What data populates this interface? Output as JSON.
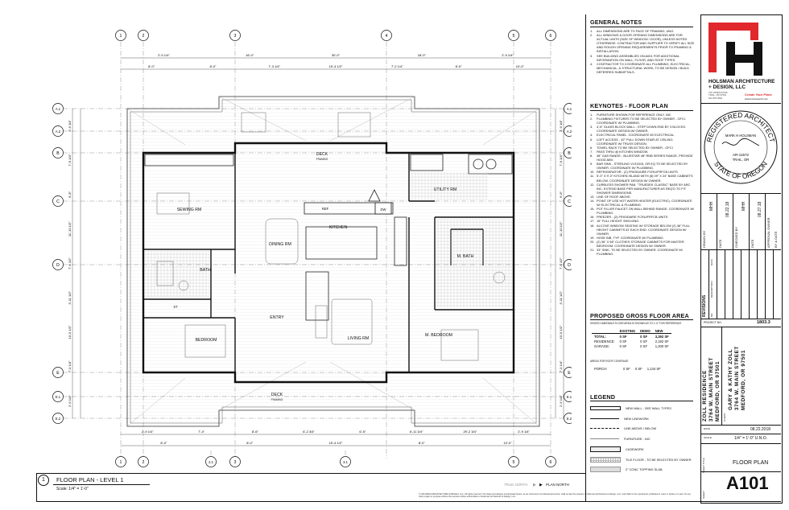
{
  "sheet": {
    "plan_title": "FLOOR PLAN - LEVEL 1",
    "plan_scale": "Scale: 1/4\" = 1'-0\"",
    "view_number": "1",
    "true_north": "TRUE NORTH",
    "plan_north": "PLAN NORTH",
    "copyright": "© HOLSMAN ARCHITECTURE & DESIGN, LLC. All rights reserved. The ideas and designs incorporated herein, as an instrument of professional service, shall remain the property of Holsman Architecture & Design, LLC. and shall not be reproduced, published or used, in whole or in part, for any other project or purpose without the express written authorization of Holsman Architecture & Design, LLC."
  },
  "general_notes": {
    "title": "GENERAL NOTES",
    "items": [
      {
        "n": "1.",
        "text": "ALL DIMENSIONS ARE TO FACE OF FRAMING, UNO."
      },
      {
        "n": "2.",
        "text": "ALL WINDOWS & DOOR OPENING DIMENSIONS ARE FOR ACTUAL UNITS (SIZE OF WINDOW / DOOR), UNLESS NOTED OTHERWISE. CONTRACTOR AND SUPPLIER TO VERIFY ALL SIZE AND ROUGH OPENING REQUIREMENTS PRIOR TO FRAMING & INSTALLATION."
      },
      {
        "n": "3.",
        "text": "SEE BUILDING ASSEMBLIES ON A001 FOR ADDITIONAL INFORMATION ON WALL, FLOOR, AND ROOF TYPES."
      },
      {
        "n": "4.",
        "text": "CONTRACTOR TO COORDINATE ALL PLUMBING, ELECTRICAL, MECHANICAL, & STRUCTURAL WORK, TO BE DESIGN / BUILD DEFERRED SUBMITTALS."
      }
    ]
  },
  "keynotes": {
    "title": "KEYNOTES - FLOOR PLAN",
    "items": [
      {
        "n": "1.",
        "text": "FURNITURE SHOWN FOR REFERENCE ONLY. NIC"
      },
      {
        "n": "2.",
        "text": "PLUMBING FIXTURES TO BE SELECTED BY OWNER - OFCI. COORDINATE W/ PLUMBING."
      },
      {
        "n": "3.",
        "text": "4'-6\" GLASS BLOCK WALL - STEP DOWN END BY 3 BLOCKS. COORDINATE DESIGN W/ OWNER."
      },
      {
        "n": "4.",
        "text": "ELECTRICAL PANEL. COORDINATE W/ ELECTRICAL."
      },
      {
        "n": "5.",
        "text": "LOFT ACCESS - 42\" PULL DOWN STAIR AT CEILING. COORDINATE W/ TRUSS DESIGN."
      },
      {
        "n": "6.",
        "text": "TOWEL RACK TO BE SELECTED BY OWNER - OFCI"
      },
      {
        "n": "7.",
        "text": "PASS THRU @ KITCHEN WINDOW."
      },
      {
        "n": "8.",
        "text": "48\" GAS RANGE - BLUESTAR 48\" RNB SERIES RANGE, PROVIDE HOOD ABV."
      },
      {
        "n": "9.",
        "text": "BAR SINK - STERLING VLS1515, OR EQ TO BE SELECTED BY OWNER. COORDINATE W/ PLUMBING."
      },
      {
        "n": "10.",
        "text": "REFRIGERATOR - (2) FRIGIDAIRE FCRU/FRFCB UNITS"
      },
      {
        "n": "11.",
        "text": "5'-0\" X 9'-0\" KITCHEN ISLAND WITH (8) 09\" X 24\" BASE CABINETS BELOW. COORDINATE DESIGN W/ OWNER."
      },
      {
        "n": "12.",
        "text": "CURBLESS SHOWER PAN. \"TRUEDEK CLASSIC\" BASE BY ARC INC. EXTEND BASE PER MANUFACTURER AS REQ'D TO FIT SHOWER DIMENSIONS."
      },
      {
        "n": "13.",
        "text": "LINE OF ROOF ABOVE"
      },
      {
        "n": "14.",
        "text": "POINT OF USE HOT WATER HEATER (ELECTRIC). COORDINATE W/ ELECTRICAL & PLUMBING."
      },
      {
        "n": "15.",
        "text": "POT FILLER FAUCET ON WALL BEHIND RANGE. COORDINATE W/ PLUMBING."
      },
      {
        "n": "16.",
        "text": "FREEZER - (2) FRIGIDAIRE FCRU/FRFCB UNITS"
      },
      {
        "n": "17.",
        "text": "15\" FULL HEIGHT SHELVING."
      },
      {
        "n": "18.",
        "text": "ALCOVE WINDOW SEATING W/ STORAGE BELOW (2) 36\" FULL HEIGHT CABINETS AT EACH END. COORDINATE DESIGN W/ OWNER."
      },
      {
        "n": "19.",
        "text": "HOSE BIB, TYP. COORDINATE W/ PLUMBING."
      },
      {
        "n": "20.",
        "text": "(2) 36\" X 58\" CLOTHES STORAGE CABINETS FOR MASTER BEDROOM. COORDINATE DESIGN W/ OWNER."
      },
      {
        "n": "21.",
        "text": "33\" SINK, TO BE SELECTED BY OWNER. COORDINATE W/ PLUMBING."
      }
    ]
  },
  "gross_floor_area": {
    "title": "PROPOSED GROSS FLOOR AREA",
    "subtitle": "GROSS HABITABLE FLOOR AREA IS SHOWN AS TO 1'-0\" FOR REFERENCE",
    "columns": [
      "",
      "EXISTING",
      "DEMO",
      "NEW"
    ],
    "rows": [
      {
        "label": "TOTAL:",
        "existing": "0 SF",
        "demo": "0 SF",
        "new": "3,392 SF"
      },
      {
        "label": "RESIDENCE:",
        "existing": "0 SF",
        "demo": "0 SF",
        "new": "2,192 SF"
      },
      {
        "label": "GARAGE:",
        "existing": "0 SF",
        "demo": "0 SF",
        "new": "1,200 SF"
      }
    ],
    "porch_note": "AREAS FOR ROOF COVERAGE",
    "porch": {
      "label": "PORCH:",
      "existing": "0 SF",
      "demo": "0 SF",
      "new": "1,134 SF"
    }
  },
  "legend": {
    "title": "LEGEND",
    "items": [
      {
        "label": "NEW WALL - SEE WALL TYPES"
      },
      {
        "label": "NEW LINEWORK"
      },
      {
        "label": "LINE ABOVE / BELOW"
      },
      {
        "label": "FURNITURE - NIC"
      },
      {
        "label": "CASEWORK"
      },
      {
        "label": "TILE FLOOR - TO BE SELECTED BY OWNER"
      },
      {
        "label": "2\" CONC TOPPING SLAB"
      }
    ]
  },
  "title_block": {
    "firm_line1": "HOLSMAN ARCHITECTURE",
    "firm_line2": "+ DESIGN, LLC",
    "firm_address": "726 JONES ROAD\nTRAIL, OR 97541\n541.878.3602",
    "firm_tagline": "Create Your Place",
    "firm_web": "www.holsmanarch.com",
    "stamp_arc_top": "REGISTERED ARCHITECT",
    "stamp_arc_bottom": "STATE OF OREGON",
    "stamp_name": "MARK H HOLSMAN",
    "stamp_number": "AR-11572",
    "stamp_city": "TRAIL, OR",
    "drawn_by_label": "DRAWN BY",
    "drawn_by": "MHH",
    "drawn_date_label": "DATE",
    "drawn_date": "08.22.18",
    "checked_by_label": "CHECKED BY",
    "checked_by": "MHH",
    "checked_date_label": "DATE",
    "checked_date": "08.27.18",
    "approval_label": "APPROVAL OWNER",
    "approval_date_label": "BY & DATE",
    "revisions_label": "REVISIONS",
    "rev_cols": [
      "NO.",
      "DESCRIPTION",
      "DATE"
    ],
    "project_no_label": "PROJECT NO.",
    "project_no": "1803.3",
    "project_name": "ZOLL RESIDENCE",
    "project_address1": "3764 W. MAIN STREET",
    "project_address2": "MEDFORD, OR 97501",
    "client_label": "CLIENT",
    "client_name": "GARY & KATHY ZOLL",
    "client_address1": "3764 W. MAIN STREET",
    "client_address2": "MEDFORD, OR 97501",
    "date_label": "DATE",
    "date": "08.22.2018",
    "scale_label": "SCALE",
    "scale": "1/4\" = 1'-0\" U.N.O.",
    "sheet_title_label": "SHEET TITLE",
    "sheet_title": "FLOOR PLAN",
    "sheet_label": "SHEET",
    "sheet_number": "A101"
  },
  "plan": {
    "grid_top": [
      "1",
      "2",
      "3",
      "4",
      "5",
      "6"
    ],
    "grid_bottom": [
      "1",
      "2",
      "2.1",
      "3",
      "3.1",
      "5",
      "6"
    ],
    "grid_left": [
      "A.1",
      "A.2",
      "B",
      "C",
      "D",
      "E",
      "E.1",
      "E.2"
    ],
    "rooms": {
      "deck_top": "DECK",
      "deck_top_sub": "FRAMING",
      "sewing": "SEWING RM",
      "utility": "UTILITY RM",
      "kitchen": "KITCHEN",
      "dining": "DINING RM",
      "bath": "BATH",
      "m_bath": "M. BATH",
      "entry": "ENTRY",
      "living": "LIVING RM",
      "bedroom": "BEDROOM",
      "m_bedroom": "M. BEDROOM",
      "deck_bottom": "DECK",
      "deck_bottom_sub": "FRAMING",
      "ref": "REF",
      "dw": "DW",
      "st": "ST"
    },
    "dims_top_row1": [
      "2'-9 1/4\"",
      "16'-0\"",
      "30'-0\"",
      "18'-0\"",
      "2'-9 1/4\""
    ],
    "dims_top_row2": [
      "8'-0\"",
      "8'-0\"",
      "7'-3 1/4\"",
      "15'-4 1/2\"",
      "7'-2 1/4\"",
      "8'-0\"",
      "10'-0\""
    ],
    "dims_bottom_row1": [
      "2'-9 1/4\"",
      "7'-4\"",
      "8'-6\"",
      "6'-2 3/4\"",
      "6'-5\"",
      "6'-11 3/4\"",
      "29'-2 3/4\"",
      "2'-9 1/4\""
    ],
    "dims_bottom_row2": [
      "8'-0\"",
      "8'-0\"",
      "15'-4 1/2\"",
      "8'-0\"",
      "10'-0\""
    ],
    "dims_left": [
      "2'-9 1/4\"",
      "7'-9 1/4\"",
      "6'-8\"",
      "11'-10 1/2\"",
      "7'-6 1/2\"",
      "3'-11 1/2\"",
      "10'-5 1/2\"",
      "7'-3 1/4\"",
      "2'-9 1/4\""
    ],
    "dims_right": [
      "2'-9 1/4\"",
      "7'-9 1/4\"",
      "6'-8\"",
      "11'-10 1/2\"",
      "7'-6 1/2\"",
      "3'-11 1/2\"",
      "10'-5 1/2\"",
      "7'-3 1/4\"",
      "2'-9 1/4\""
    ]
  }
}
